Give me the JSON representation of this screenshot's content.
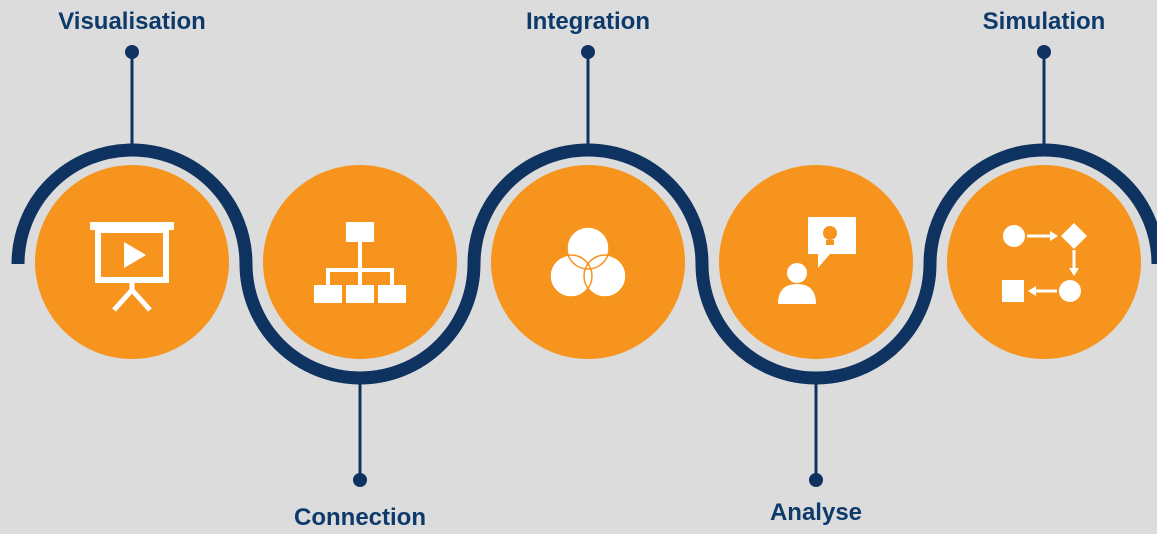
{
  "colors": {
    "background": "#dcdcdc",
    "track": "#0f3360",
    "circle": "#f7941d",
    "icon": "#ffffff",
    "label": "#0d3a6b"
  },
  "steps": [
    {
      "label": "Visualisation",
      "icon": "presentation-board-icon"
    },
    {
      "label": "Connection",
      "icon": "hierarchy-chart-icon"
    },
    {
      "label": "Integration",
      "icon": "venn-diagram-icon"
    },
    {
      "label": "Analyse",
      "icon": "person-idea-icon"
    },
    {
      "label": "Simulation",
      "icon": "process-flow-icon"
    }
  ]
}
